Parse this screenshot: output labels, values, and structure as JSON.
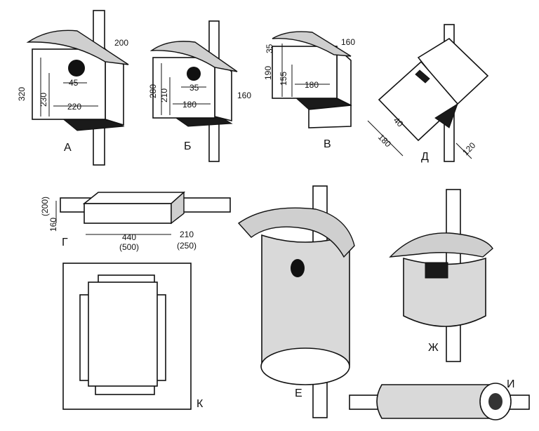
{
  "figures": [
    {
      "id": "A",
      "label": "А",
      "dims": [
        "200",
        "320",
        "230",
        "45",
        "220"
      ]
    },
    {
      "id": "B",
      "label": "Б",
      "dims": [
        "280",
        "210",
        "35",
        "180",
        "160"
      ]
    },
    {
      "id": "V",
      "label": "В",
      "dims": [
        "35",
        "160",
        "190",
        "155",
        "180"
      ]
    },
    {
      "id": "D",
      "label": "Д",
      "dims": [
        "40",
        "180",
        "120"
      ]
    },
    {
      "id": "G",
      "label": "Г",
      "dims": [
        "(200)",
        "160",
        "440",
        "(500)",
        "210",
        "(250)"
      ]
    },
    {
      "id": "K",
      "label": "К"
    },
    {
      "id": "E",
      "label": "Е"
    },
    {
      "id": "ZH",
      "label": "Ж"
    },
    {
      "id": "I",
      "label": "И"
    }
  ],
  "colors": {
    "ink": "#111111",
    "paper": "#ffffff",
    "bark": "#d9d9d9",
    "shadow": "#1a1a1a"
  }
}
